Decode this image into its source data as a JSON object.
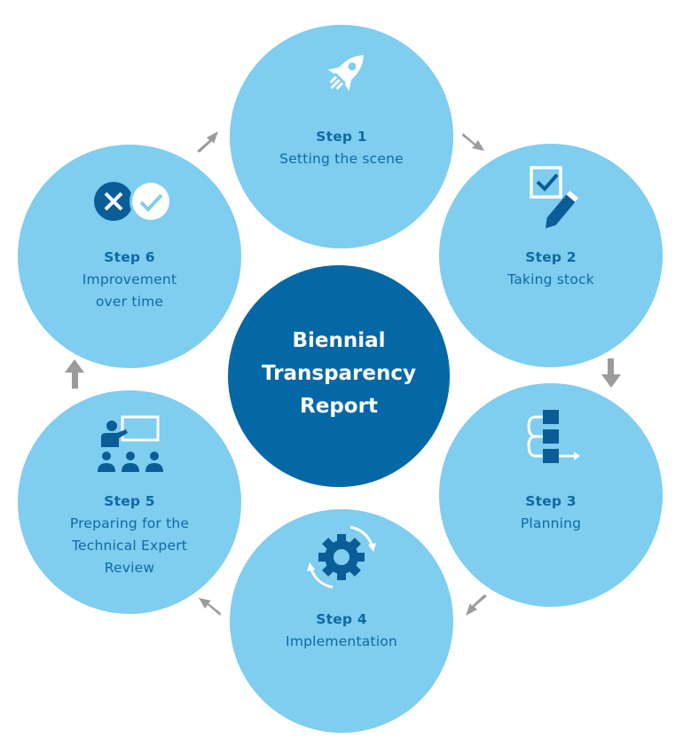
{
  "center": {
    "lines": [
      "Biennial",
      "Transparency",
      "Report"
    ]
  },
  "steps": [
    {
      "title": "Step 1",
      "lines": [
        "Setting the scene"
      ],
      "icon": "rocket-icon"
    },
    {
      "title": "Step 2",
      "lines": [
        "Taking stock"
      ],
      "icon": "checklist-pencil-icon"
    },
    {
      "title": "Step 3",
      "lines": [
        "Planning"
      ],
      "icon": "planning-flow-icon"
    },
    {
      "title": "Step 4",
      "lines": [
        "Implementation"
      ],
      "icon": "gear-cycle-icon"
    },
    {
      "title": "Step 5",
      "lines": [
        "Preparing for the",
        "Technical Expert",
        "Review"
      ],
      "icon": "presentation-audience-icon"
    },
    {
      "title": "Step 6",
      "lines": [
        "Improvement",
        "over time"
      ],
      "icon": "cross-check-icon"
    }
  ],
  "colors": {
    "circle": "#7fcdef",
    "center": "#0568a6",
    "text": "#0f6aa3",
    "arrow": "#9b9b9b",
    "icon_dark": "#0a5d97"
  }
}
